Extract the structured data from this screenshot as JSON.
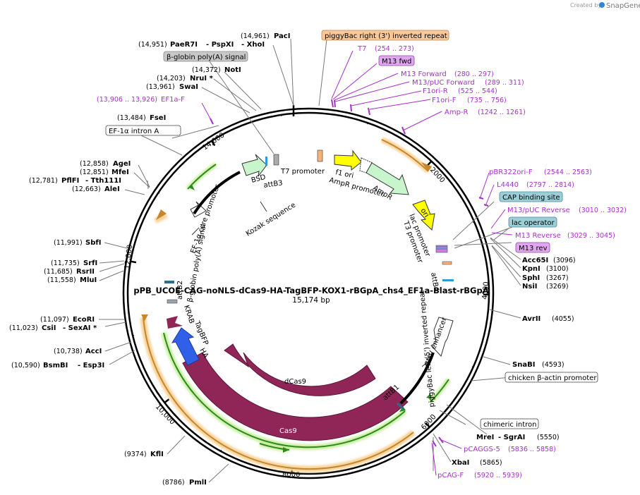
{
  "branding": {
    "prefix": "Created by",
    "name": "SnapGene"
  },
  "map": {
    "name": "pPB_UCOE-CAG-noNLS-dCas9-HA-TagBFP-KOX1-rBGpA_chs4_EF1a-Blast-rBGpA",
    "length_text": "15,174 bp",
    "total_bp": 15174,
    "ticks": [
      "2000",
      "4000",
      "6000",
      "8000",
      "10,000",
      "12,000",
      "14,000"
    ]
  },
  "sites": [
    {
      "pos": "(14,961)",
      "name": "PacI"
    },
    {
      "pos": "(14,951)",
      "name": "PaeR7I",
      "name2": "- PspXI",
      "name3": "- XhoI"
    },
    {
      "pos": "(14,372)",
      "name": "NotI"
    },
    {
      "pos": "(14,203)",
      "name": "NruI *"
    },
    {
      "pos": "(13,961)",
      "name": "SwaI"
    },
    {
      "pos": "(13,484)",
      "name": "FseI"
    },
    {
      "pos": "(12,858)",
      "name": "AgeI"
    },
    {
      "pos": "(12,851)",
      "name": "MfeI"
    },
    {
      "pos": "(12,781)",
      "name": "PflFI",
      "name2": "- Tth111I"
    },
    {
      "pos": "(12,663)",
      "name": "AleI"
    },
    {
      "pos": "(11,991)",
      "name": "SbfI"
    },
    {
      "pos": "(11,735)",
      "name": "SrfI"
    },
    {
      "pos": "(11,685)",
      "name": "RsrII"
    },
    {
      "pos": "(11,558)",
      "name": "MluI"
    },
    {
      "pos": "(11,097)",
      "name": "EcoRI"
    },
    {
      "pos": "(11,023)",
      "name": "CsiI",
      "name2": "- SexAI *"
    },
    {
      "pos": "(10,738)",
      "name": "AccI"
    },
    {
      "pos": "(10,590)",
      "name": "BsmBI",
      "name2": "- Esp3I"
    },
    {
      "pos": "(9374)",
      "name": "KflI"
    },
    {
      "pos": "(8786)",
      "name": "PmlI"
    },
    {
      "pos": "(3096)",
      "name": "Acc65I"
    },
    {
      "pos": "(3100)",
      "name": "KpnI"
    },
    {
      "pos": "(3267)",
      "name": "SphI"
    },
    {
      "pos": "(3269)",
      "name": "NsiI"
    },
    {
      "pos": "(4055)",
      "name": "AvrII"
    },
    {
      "pos": "(4593)",
      "name": "SnaBI"
    },
    {
      "pos": "(5550)",
      "name": "MreI",
      "name2": "- SgrAI"
    },
    {
      "pos": "(5865)",
      "name": "XbaI"
    }
  ],
  "primers": [
    {
      "name": "EF1a-F",
      "range": "(13,906 .. 13,926)"
    },
    {
      "name": "T7",
      "range": "(254 .. 273)"
    },
    {
      "name": "M13 Forward",
      "range": "(280 .. 297)"
    },
    {
      "name": "M13/pUC Forward",
      "range": "(289 .. 311)"
    },
    {
      "name": "F1ori-R",
      "range": "(525 .. 544)"
    },
    {
      "name": "F1ori-F",
      "range": "(735 .. 756)"
    },
    {
      "name": "Amp-R",
      "range": "(1242 .. 1261)"
    },
    {
      "name": "pBR322ori-F",
      "range": "(2544 .. 2563)"
    },
    {
      "name": "L4440",
      "range": "(2797 .. 2814)"
    },
    {
      "name": "M13/pUC Reverse",
      "range": "(3010 .. 3032)"
    },
    {
      "name": "M13 Reverse",
      "range": "(3029 .. 3045)"
    },
    {
      "name": "pCAGGS-5",
      "range": "(5836 .. 5858)"
    },
    {
      "name": "pCAG-F",
      "range": "(5920 .. 5939)"
    }
  ],
  "boxed_labels": [
    {
      "text": "piggyBac right (3') inverted repeat",
      "color": "#f8c89a"
    },
    {
      "text": "β-globin poly(A) signal",
      "color": "#c8c8c8"
    },
    {
      "text": "EF-1α intron A",
      "color": "#ffffff"
    },
    {
      "text": "M13 fwd",
      "color": "#e0a6f0"
    },
    {
      "text": "CAP binding site",
      "color": "#9bcfd8"
    },
    {
      "text": "lac operator",
      "color": "#9bcfd8"
    },
    {
      "text": "M13 rev",
      "color": "#e0a6f0"
    },
    {
      "text": "chicken β-actin promoter",
      "color": "#ffffff"
    },
    {
      "text": "chimeric intron",
      "color": "#ffffff"
    }
  ],
  "features": {
    "bsd": "BSD",
    "attb3": "attB3",
    "t7_promoter": "T7 promoter",
    "f1_ori": "f1 ori",
    "ampr_promoter": "AmpR promoter",
    "ampr": "AmpR",
    "ori": "ori",
    "lac_promoter": "lac promoter",
    "t3_promoter": "T3 promoter",
    "attb4": "attB4",
    "pbl": "piggyBac left (5') inverted repeat",
    "cmv": "CMV enhancer",
    "attb1": "attB1",
    "dcas9": "dCas9",
    "cas9": "Cas9",
    "ha": "HA",
    "tagbfp": "TagBFP",
    "krab": "KRAB",
    "attb2": "attB2",
    "bgpa2": "β-globin poly(A) signal",
    "ef1a_core": "EF-1α core promoter",
    "kozak": "Kozak sequence"
  },
  "colors": {
    "magenta": "#8f2657",
    "green_arrow": "#c8f5cc",
    "yellow": "#ffff00",
    "blue": "#3160e8",
    "primer": "#a431c8",
    "orange_glow": "#f6d39a",
    "green_glow": "#c9eea0"
  }
}
